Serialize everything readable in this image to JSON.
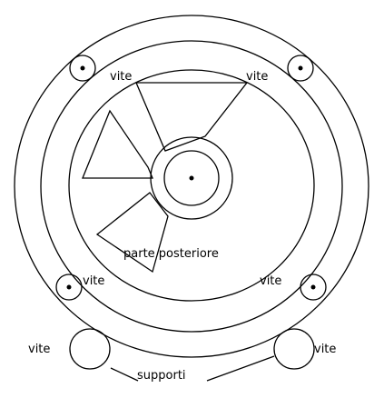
{
  "labels": {
    "screw": "vite",
    "back": "parte posteriore",
    "supports": "supporti"
  },
  "colors": {
    "stroke": "#000000",
    "background": "#ffffff"
  }
}
